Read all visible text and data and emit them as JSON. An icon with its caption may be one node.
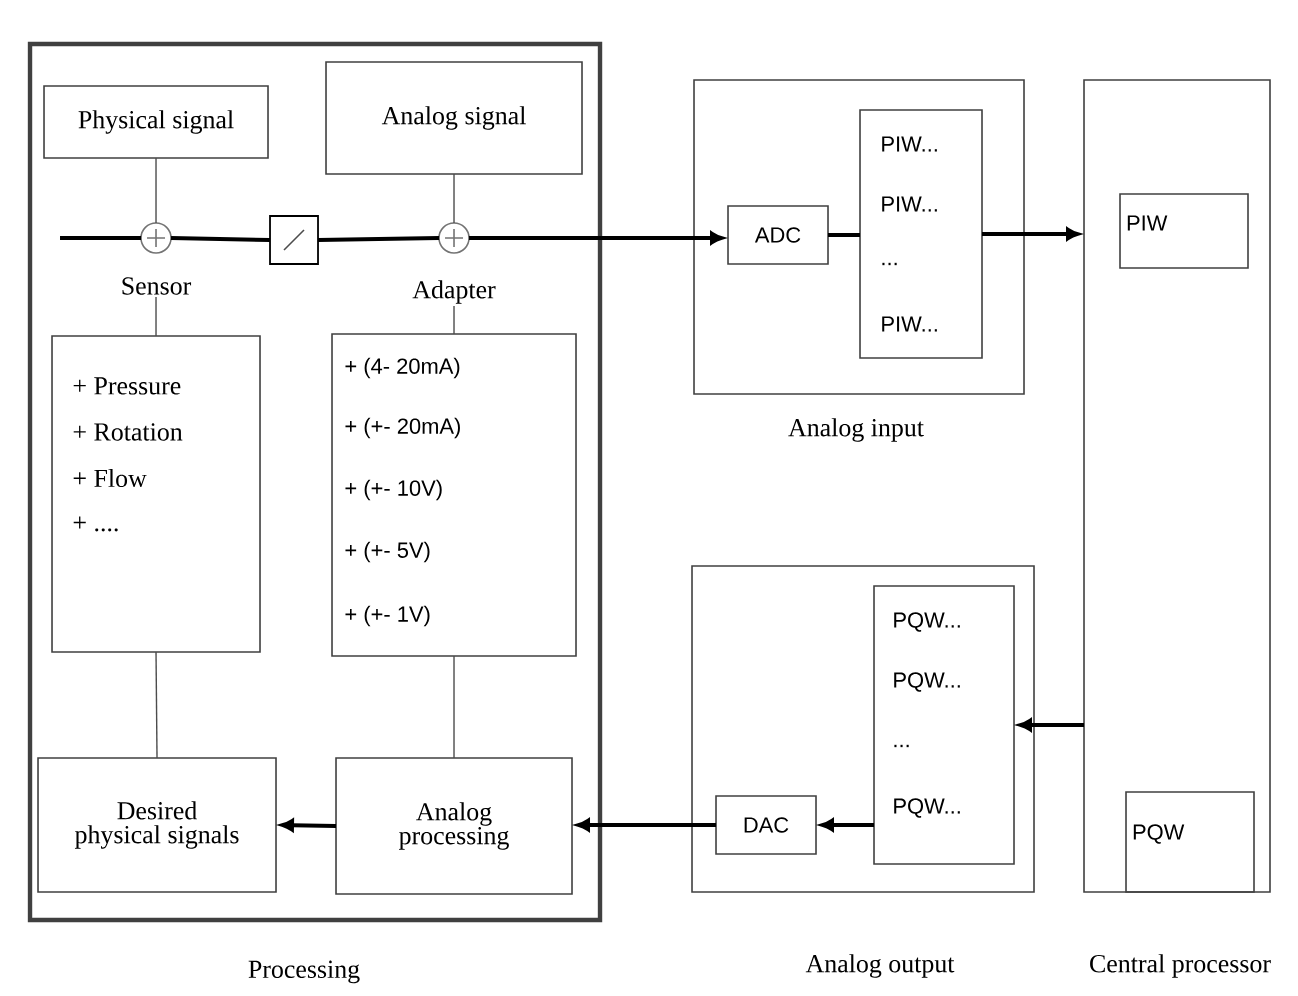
{
  "diagram": {
    "nodes": [
      {
        "text": [
          "Processing"
        ]
      },
      {
        "text": [
          "Physical signal"
        ],
        "in": 0
      },
      {
        "text": [
          "Analog signal"
        ],
        "in": 0
      },
      {
        "text": [],
        "shape": "cross",
        "beside": [
          "Sensor"
        ],
        "in": 0
      },
      {
        "text": [],
        "shape": "box",
        "in": 0
      },
      {
        "text": [],
        "shape": "cross",
        "beside": [
          "Adapter"
        ],
        "in": 0
      },
      {
        "text": [
          "+ Pressure",
          "+ Rotation",
          "+ Flow",
          "+ ...."
        ],
        "in": 0
      },
      {
        "text": [
          "+ (4- 20mA)",
          "+ (+- 20mA)",
          "+ (+- 10V)",
          "+ (+- 5V)",
          "+ (+- 1V)"
        ],
        "in": 0
      },
      {
        "text": [
          "Desired physical signals"
        ],
        "in": 0
      },
      {
        "text": [
          "Analog processing"
        ],
        "in": 0
      },
      {
        "text": [
          "Analog input"
        ]
      },
      {
        "text": [
          "ADC"
        ],
        "in": 10
      },
      {
        "text": [
          "PIW...",
          "PIW...",
          "...",
          "PIW..."
        ],
        "in": 10
      },
      {
        "text": [
          "Central processor"
        ]
      },
      {
        "text": [
          "PIW"
        ],
        "in": 13
      },
      {
        "text": [
          "PQW"
        ],
        "in": 13
      },
      {
        "text": [
          "Analog output"
        ]
      },
      {
        "text": [
          "DAC"
        ],
        "in": 16
      },
      {
        "text": [
          "PQW...",
          "PQW...",
          "...",
          "PQW..."
        ],
        "in": 16
      }
    ],
    "edges": [
      {
        "from": 1,
        "to": 3,
        "arrow": "none"
      },
      {
        "from": 2,
        "to": 5,
        "arrow": "none"
      },
      {
        "from": 3,
        "to": 6,
        "arrow": "none"
      },
      {
        "from": 5,
        "to": 7,
        "arrow": "none"
      },
      {
        "from": 6,
        "to": 8,
        "arrow": "none"
      },
      {
        "from": 7,
        "to": 9,
        "arrow": "none"
      },
      {
        "from": null,
        "to": 3,
        "arrow": "none"
      },
      {
        "from": 3,
        "to": 4,
        "arrow": "none"
      },
      {
        "from": 4,
        "to": 5,
        "arrow": "none"
      },
      {
        "from": 5,
        "to": 11,
        "arrow": "to"
      },
      {
        "from": 11,
        "to": 12,
        "arrow": "none"
      },
      {
        "from": 12,
        "to": 13,
        "arrow": "to"
      },
      {
        "from": 13,
        "to": 18,
        "arrow": "to"
      },
      {
        "from": 18,
        "to": 17,
        "arrow": "to"
      },
      {
        "from": 17,
        "to": 9,
        "arrow": "to"
      },
      {
        "from": 9,
        "to": 8,
        "arrow": "to"
      }
    ]
  }
}
